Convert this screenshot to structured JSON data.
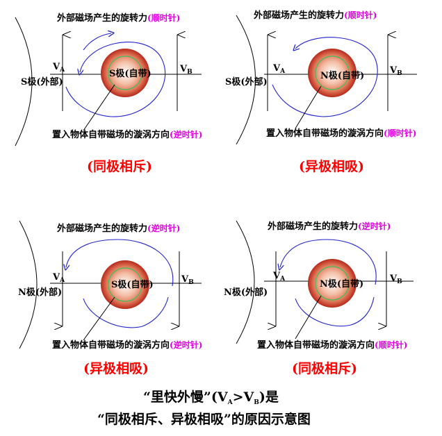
{
  "colors": {
    "sphere_outer": "#b8281a",
    "sphere_mid": "#e07a5a",
    "sphere_inner": "#ffffff",
    "vortex_ring": "#3cc060",
    "rotation_arrow": "#2020d0",
    "label_magenta": "#e000e0",
    "caption_red": "#ff0000"
  },
  "panels": [
    {
      "ext_label": "外部磁场产生的旋转力",
      "ext_dir": "(顺时针)",
      "pole_outer": "S极(外部)",
      "pole_inner": "S极(自带)",
      "va_main": "V",
      "va_sub": "A",
      "vb_main": "V",
      "vb_sub": "B",
      "vortex_label": "置入物体自带磁场的漩涡方向",
      "vortex_dir": "(逆时针)",
      "caption": "(同极相斥)",
      "arrows_up": true,
      "ring_direction": "clockwise"
    },
    {
      "ext_label": "外部磁场产生的旋转力",
      "ext_dir": "(顺时针)",
      "pole_outer": "S极(外部)",
      "pole_inner": "N极(自带)",
      "va_main": "V",
      "va_sub": "A",
      "vb_main": "V",
      "vb_sub": "B",
      "vortex_label": "置入物体自带磁场的漩涡方向",
      "vortex_dir": "(顺时针)",
      "caption": "(异极相吸)",
      "arrows_up": true,
      "ring_direction": "clockwise"
    },
    {
      "ext_label": "外部磁场产生的旋转力",
      "ext_dir": "(逆时针)",
      "pole_outer": "N极(外部)",
      "pole_inner": "S极(自带)",
      "va_main": "V",
      "va_sub": "A",
      "vb_main": "V",
      "vb_sub": "B",
      "vortex_label": "置入物体自带磁场的漩涡方向",
      "vortex_dir": "(逆时针)",
      "caption": "(异极相吸)",
      "arrows_up": false,
      "ring_direction": "counterclockwise"
    },
    {
      "ext_label": "外部磁场产生的旋转力",
      "ext_dir": "(逆时针)",
      "pole_outer": "N极(外部)",
      "pole_inner": "N极(自带)",
      "va_main": "V",
      "va_sub": "A",
      "vb_main": "V",
      "vb_sub": "B",
      "vortex_label": "置入物体自带磁场的漩涡方向",
      "vortex_dir": "(顺时针)",
      "caption": "(同极相斥)",
      "arrows_up": false,
      "ring_direction": "counterclockwise"
    }
  ],
  "footer": {
    "line1_a": "“里快外慢”(V",
    "line1_sub1": "A",
    "line1_b": ">V",
    "line1_sub2": "B",
    "line1_c": ")是",
    "line2": "“同极相斥、异极相吸”的原因示意图"
  }
}
